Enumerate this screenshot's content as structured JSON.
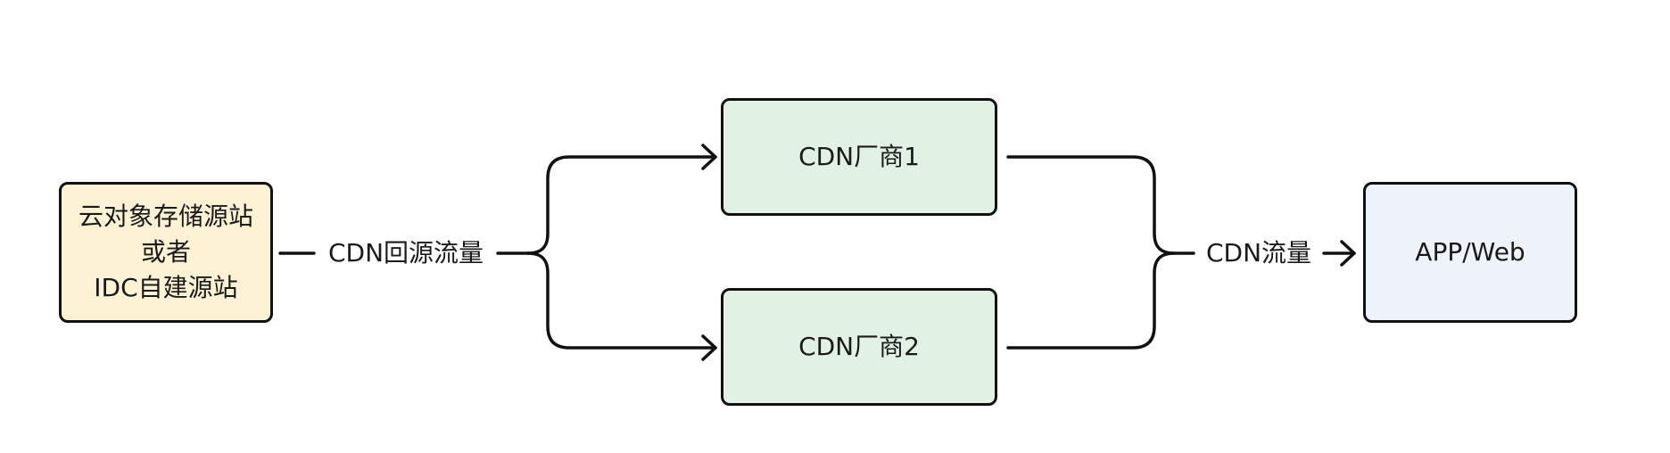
{
  "colors": {
    "source_fill": "#fdf2d4",
    "cdn_fill": "#e1f2e5",
    "client_fill": "#eef2fa",
    "stroke": "#111111"
  },
  "nodes": {
    "source": {
      "line1": "云对象存储源站",
      "line2": "或者",
      "line3": "IDC自建源站"
    },
    "cdn1": {
      "label": "CDN厂商1"
    },
    "cdn2": {
      "label": "CDN厂商2"
    },
    "client": {
      "label": "APP/Web"
    }
  },
  "edges": {
    "origin_label": "CDN回源流量",
    "cdn_label": "CDN流量"
  }
}
